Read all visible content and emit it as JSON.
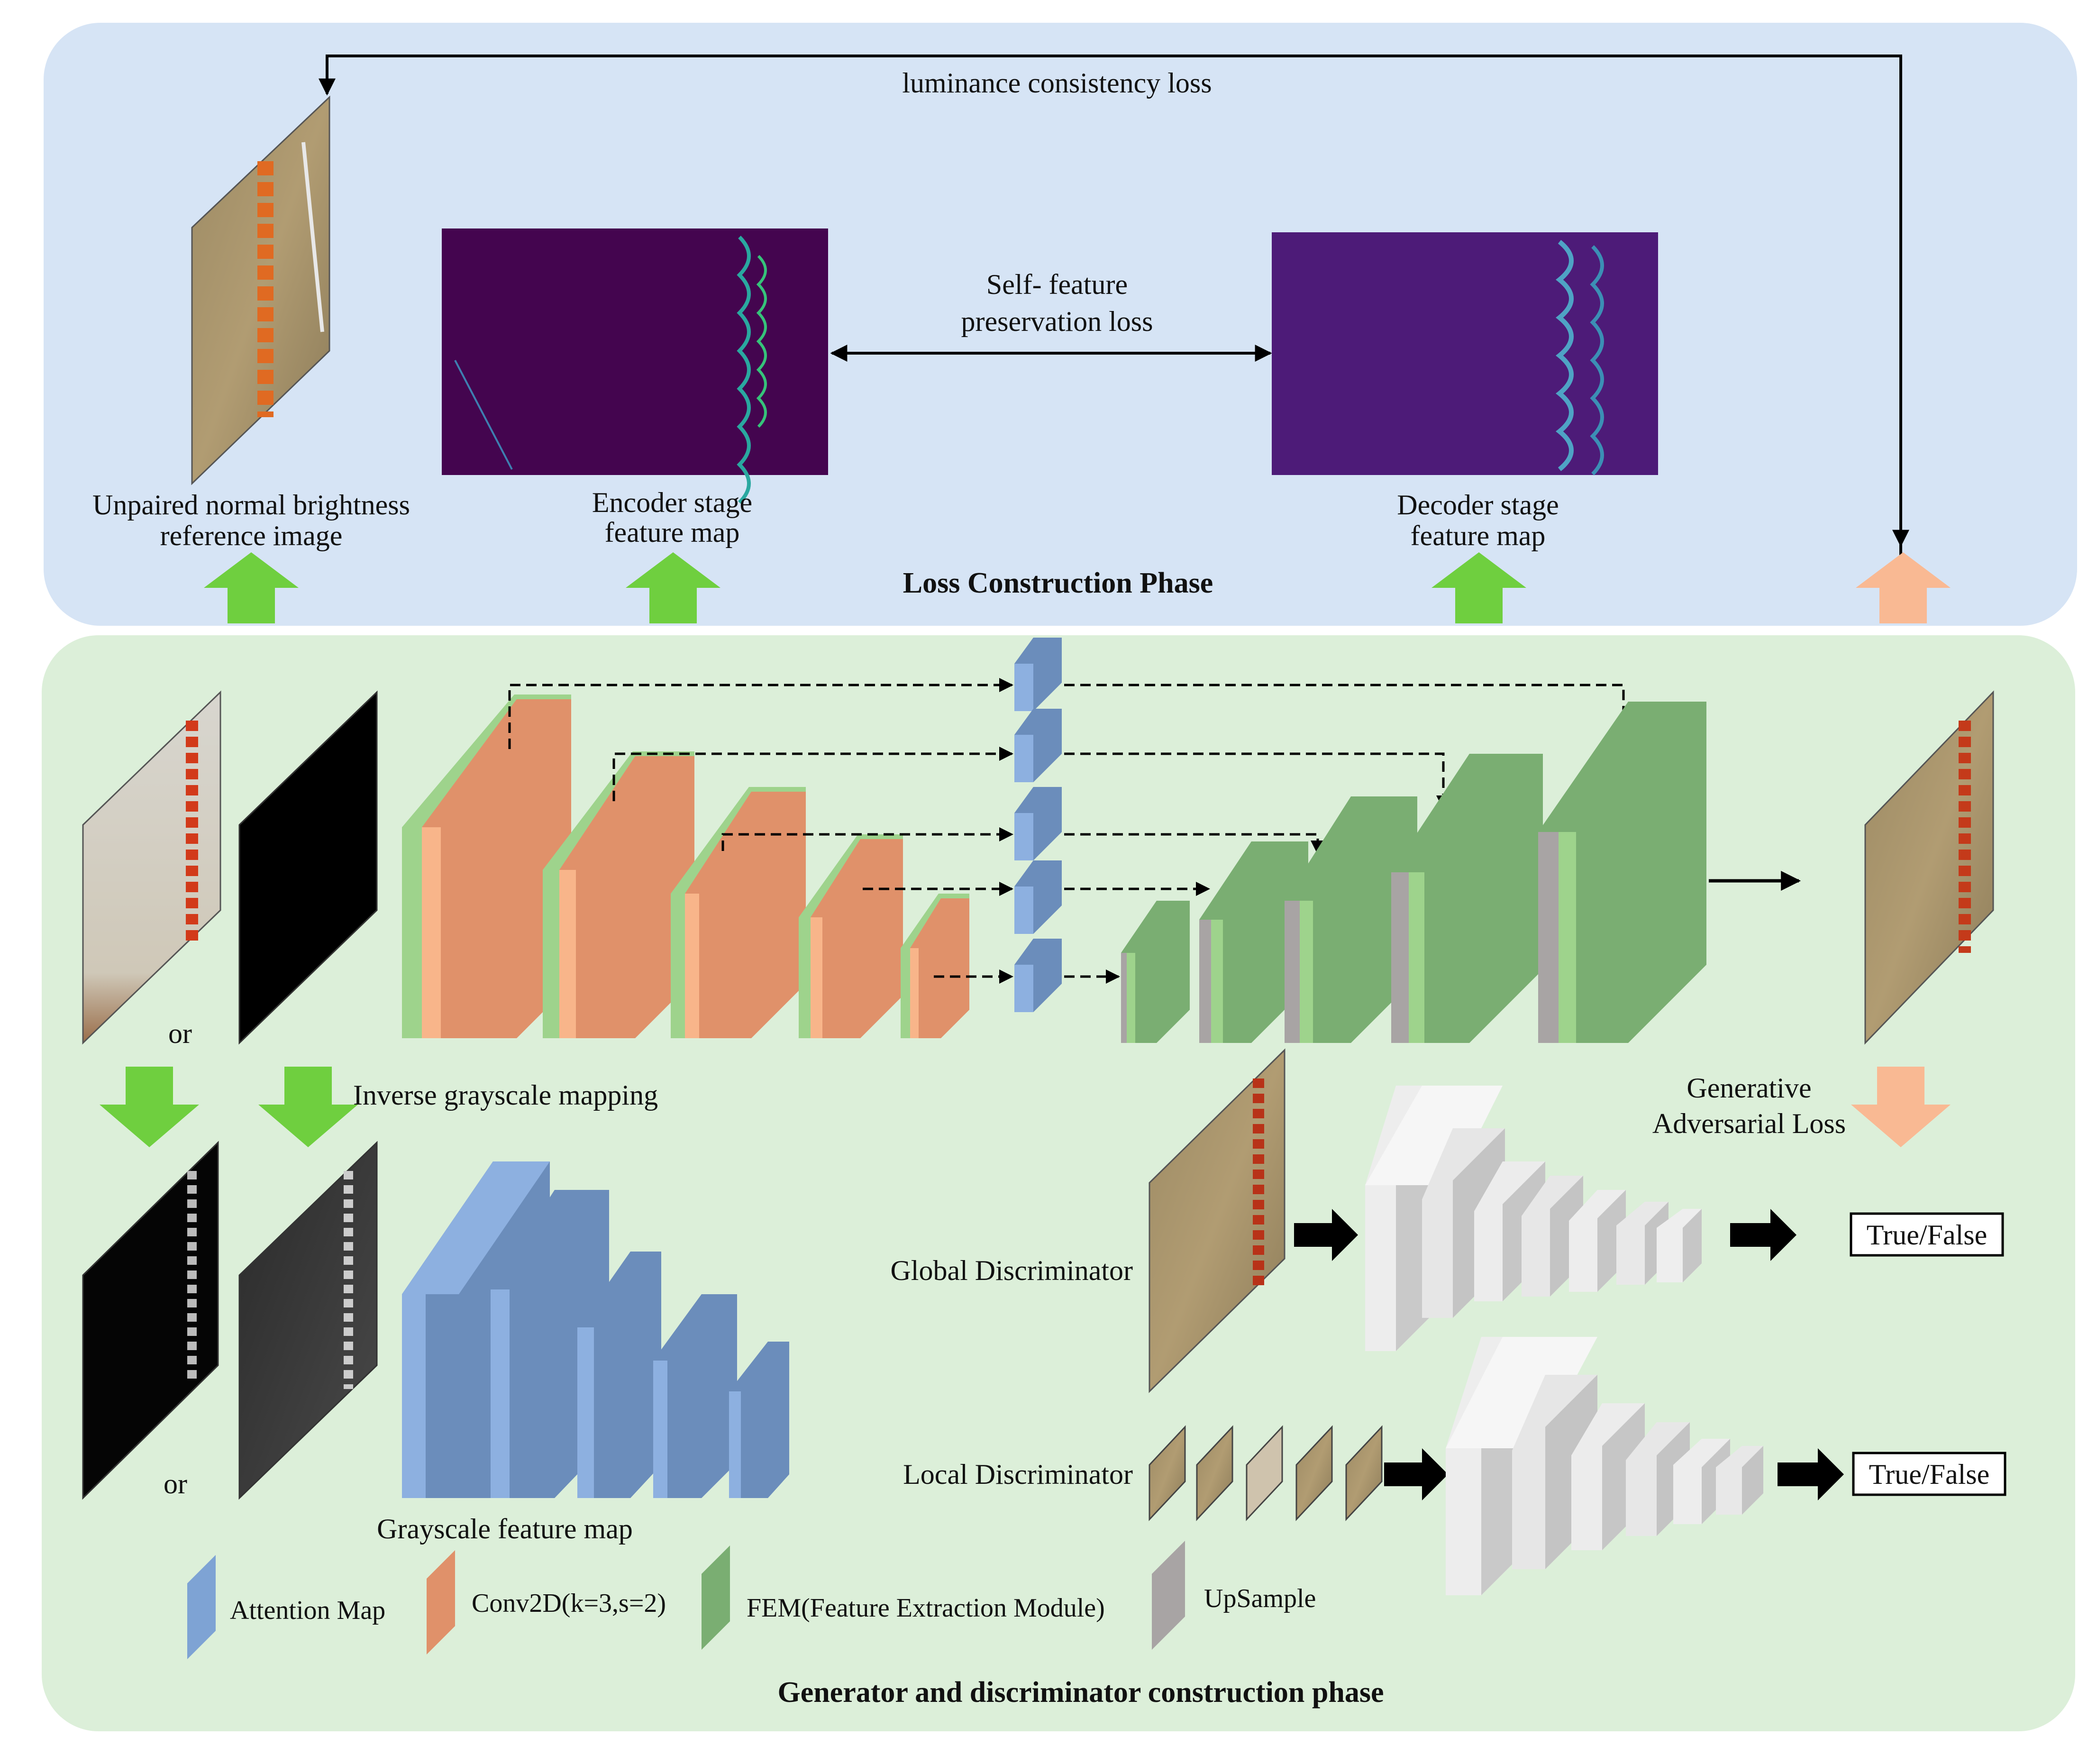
{
  "colors": {
    "top_panel": "#d6e4f5",
    "bottom_panel": "#dcefd9",
    "green_arrow": "#6fcf3f",
    "peach_arrow": "#f9b993",
    "attention": "#7ea3d4",
    "conv": "#e0916a",
    "conv_edge": "#f8b58a",
    "fem": "#7aae72",
    "fem_edge": "#9ed38c",
    "upsample": "#a8a4a4",
    "encoder_map": "#44054f",
    "decoder_map": "#4d1b78"
  },
  "loss_phase": {
    "luminance_loss": "luminance consistency loss",
    "self_feature_line1": "Self- feature",
    "self_feature_line2": "preservation loss",
    "reference_line1": "Unpaired normal brightness",
    "reference_line2": "reference image",
    "encoder_line1": "Encoder stage",
    "encoder_line2": "feature map",
    "decoder_line1": "Decoder stage",
    "decoder_line2": "feature map",
    "title": "Loss Construction Phase"
  },
  "generator_phase": {
    "or_top": "or",
    "or_bottom": "or",
    "inverse_mapping": "Inverse grayscale mapping",
    "grayscale_map": "Grayscale feature map",
    "gan_loss_line1": "Generative",
    "gan_loss_line2": "Adversarial Loss",
    "global_disc": "Global Discriminator",
    "local_disc": "Local Discriminator",
    "true_false_global": "True/False",
    "true_false_local": "True/False",
    "title": "Generator and discriminator construction phase"
  },
  "legend": {
    "attention": "Attention Map",
    "conv": "Conv2D(k=3,s=2)",
    "fem": "FEM(Feature Extraction Module)",
    "upsample": "UpSample"
  }
}
